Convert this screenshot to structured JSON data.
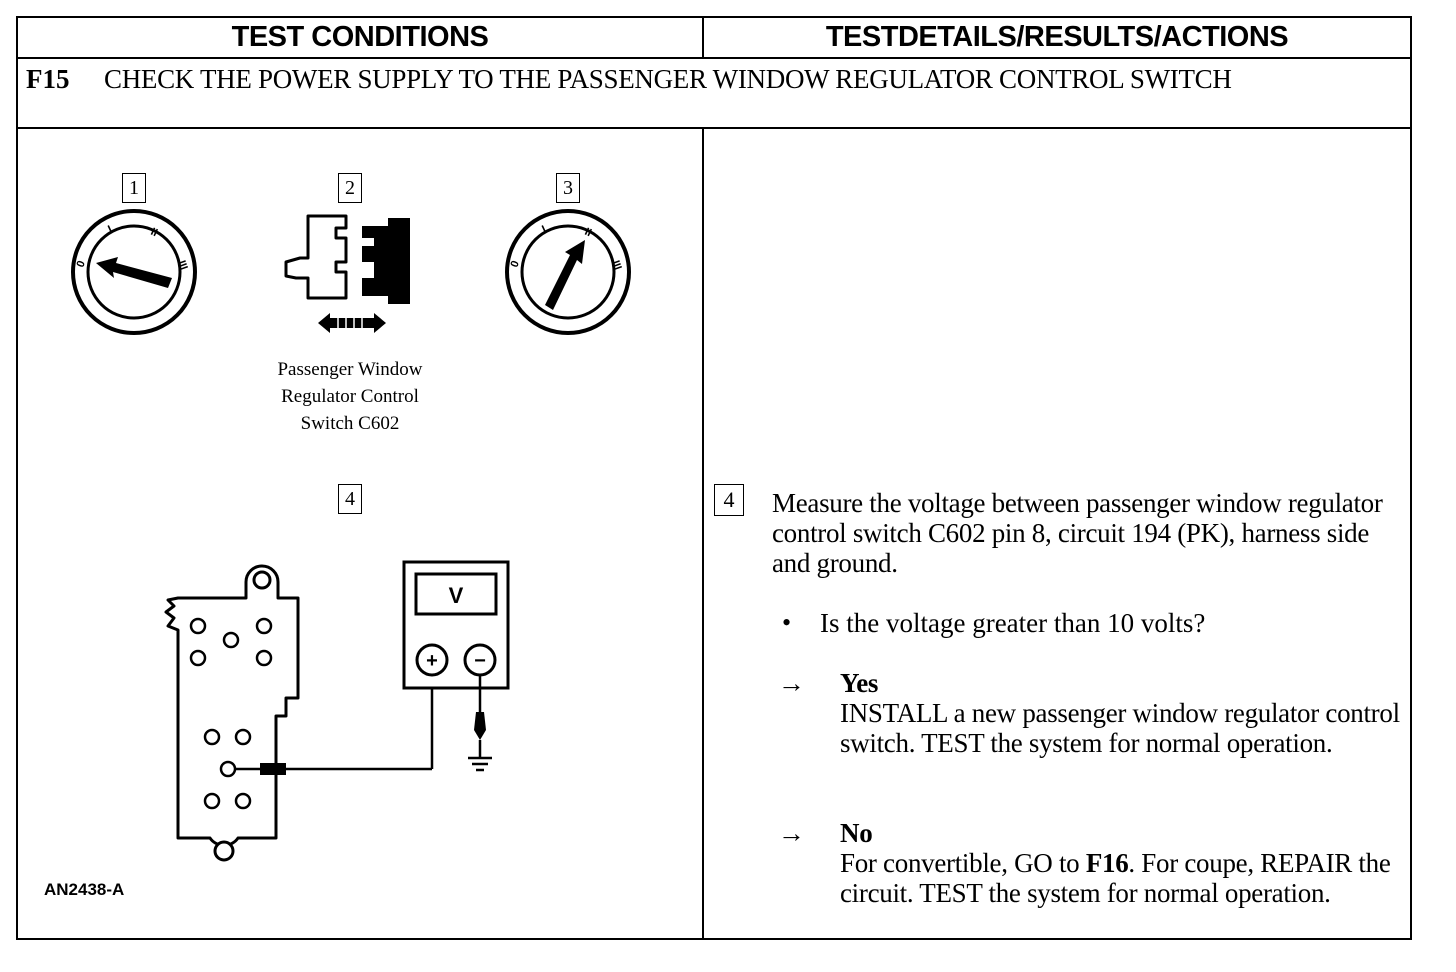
{
  "header": {
    "left_title": "TEST CONDITIONS",
    "right_title": "TESTDETAILS/RESULTS/ACTIONS"
  },
  "step": {
    "id": "F15",
    "title": "CHECK THE POWER SUPPLY TO THE PASSENGER WINDOW REGULATOR CONTROL SWITCH"
  },
  "diagram": {
    "callouts": [
      "1",
      "2",
      "3",
      "4"
    ],
    "ignition_positions": [
      "0",
      "I",
      "II",
      "III"
    ],
    "connector_caption": [
      "Passenger Window",
      "Regulator Control",
      "Switch C602"
    ],
    "meter_label": "V",
    "plus_symbol": "+",
    "minus_symbol": "−",
    "figure_id": "AN2438-A"
  },
  "details": {
    "step_number": "4",
    "instruction": "Measure the voltage between passenger window regulator control switch C602 pin 8, circuit 194 (PK), harness side and ground.",
    "bullet": "•",
    "question": "Is the voltage greater than 10 volts?",
    "arrow": "→",
    "yes_label": "Yes",
    "yes_text": "INSTALL a new passenger window regulator control switch. TEST the system for normal operation.",
    "no_label": "No",
    "no_text_1": "For convertible, GO to ",
    "no_text_bold_1": "F16",
    "no_text_2": ". For coupe, REPAIR the circuit. TEST the system for normal operation."
  }
}
